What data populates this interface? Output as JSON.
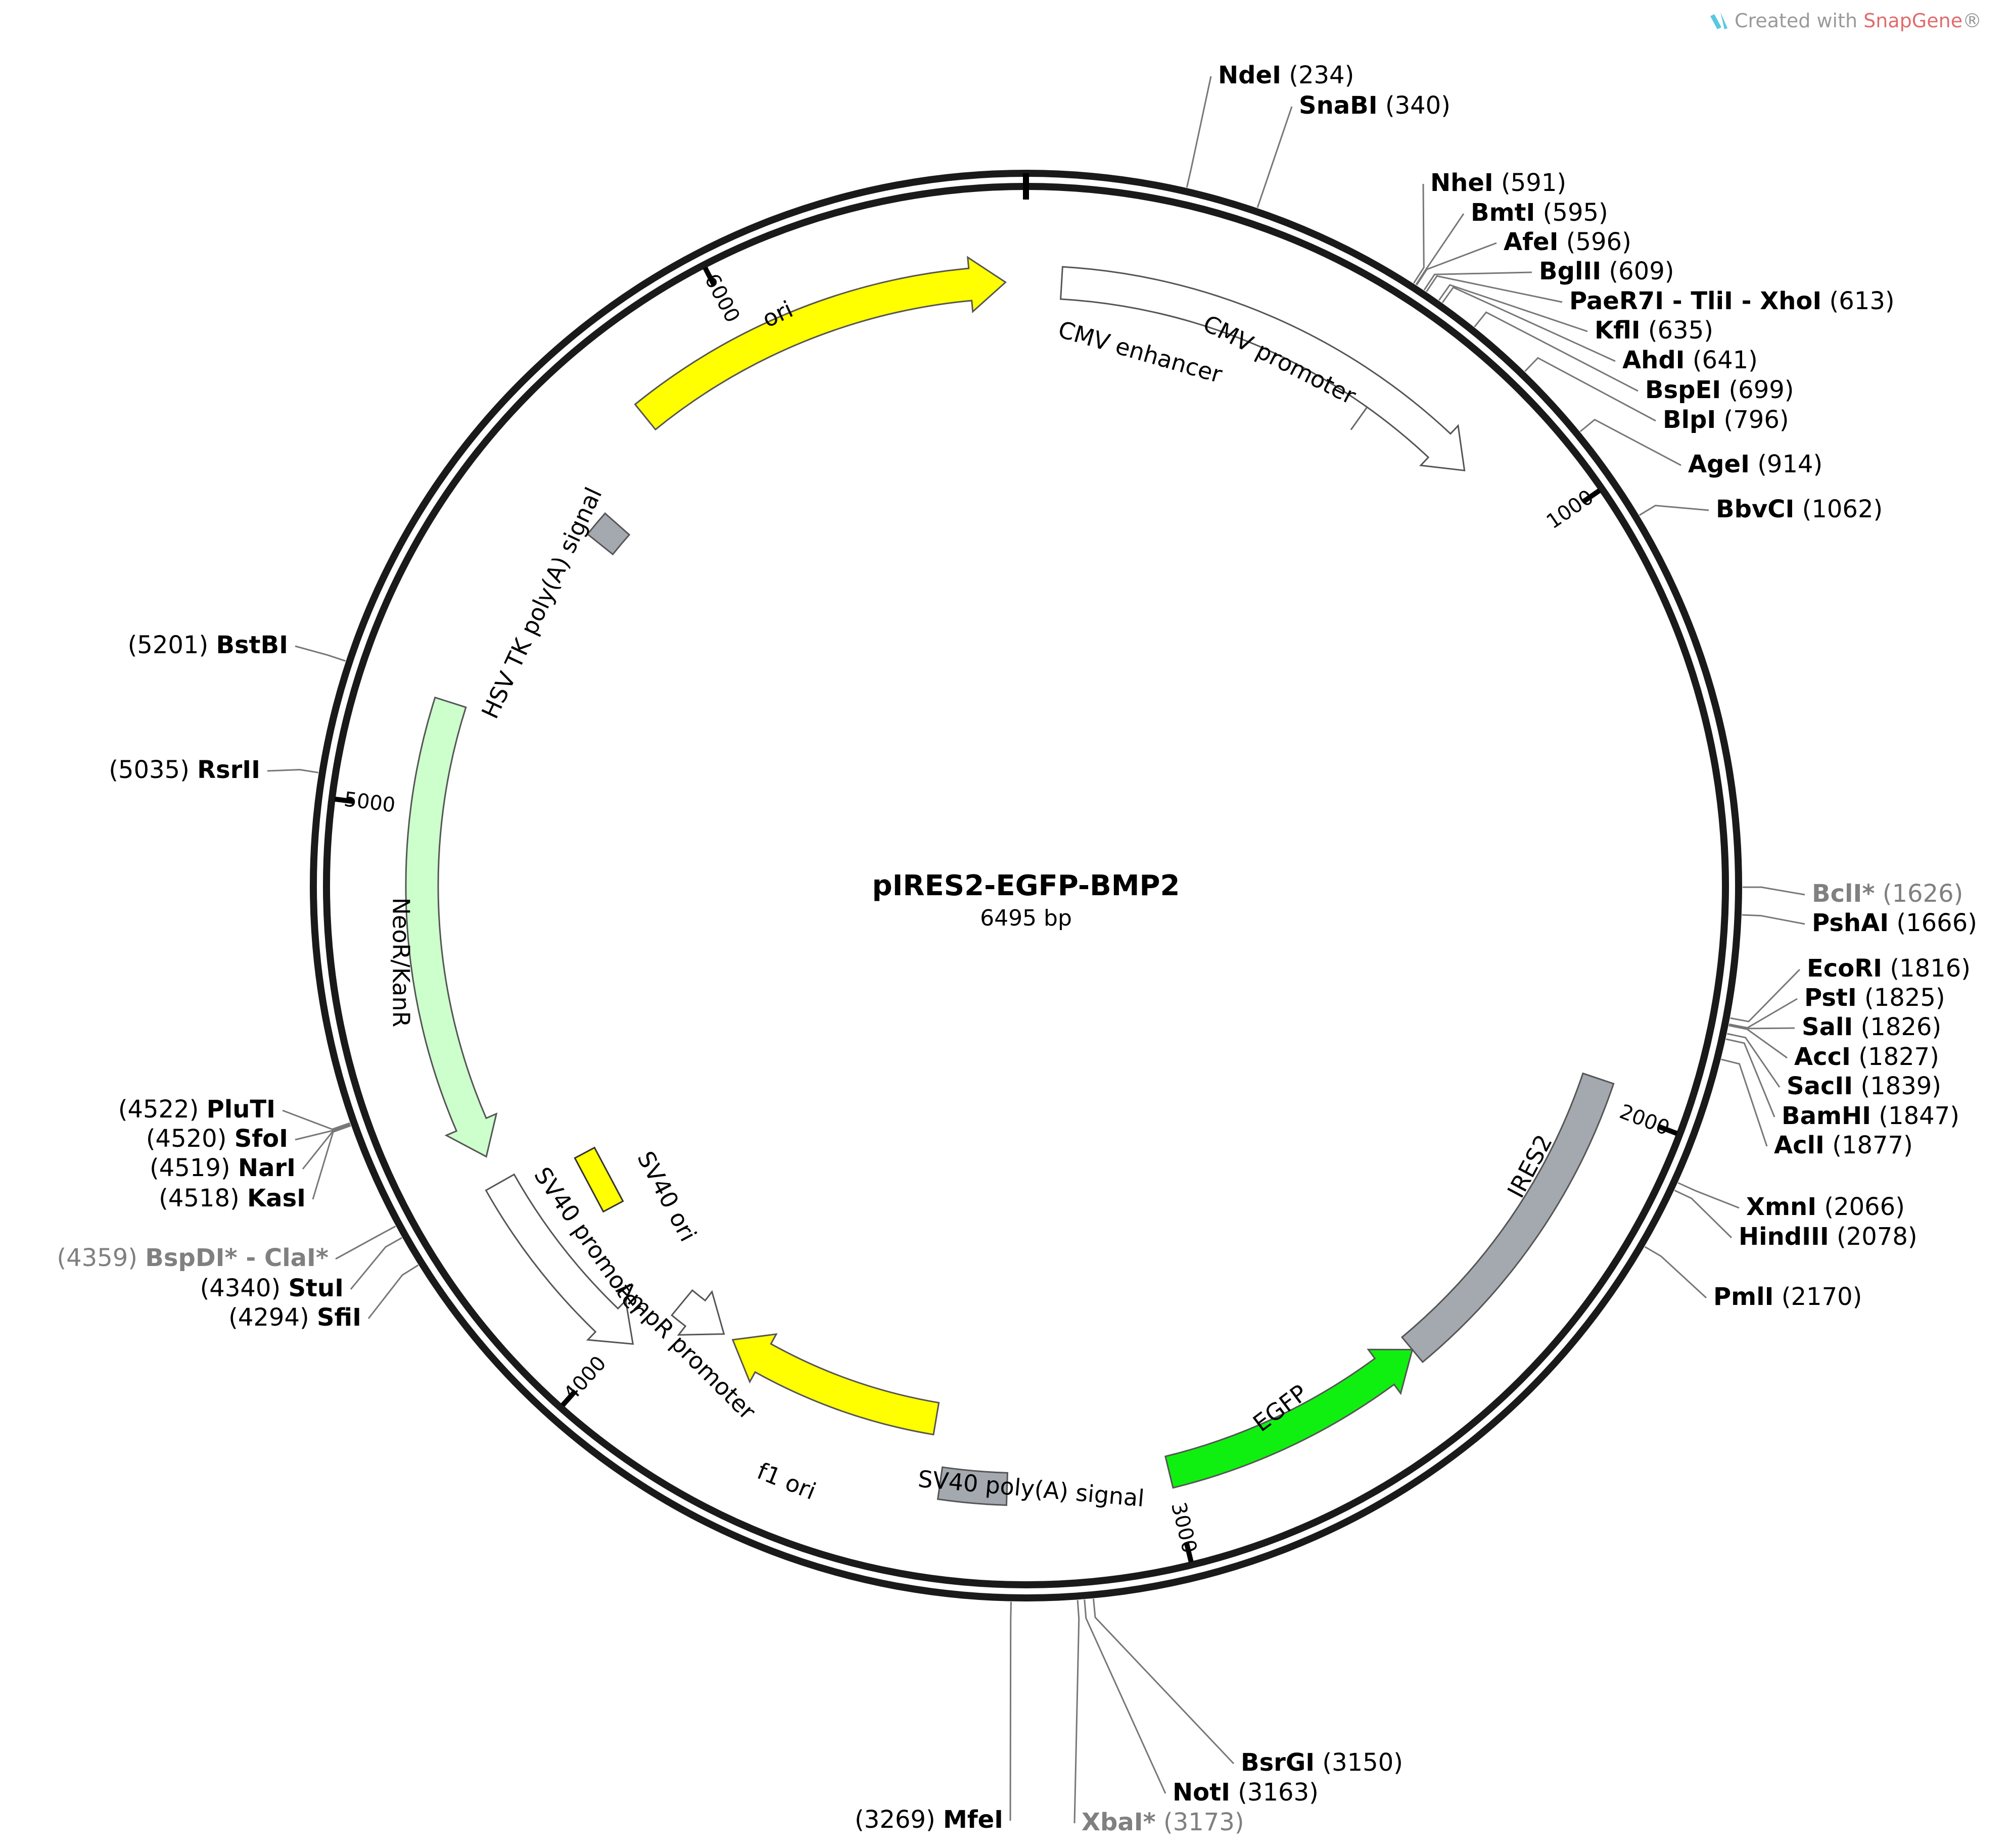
{
  "badge": {
    "prefix": "Created with ",
    "brand": "SnapGene",
    "suffix": "®"
  },
  "plasmid": {
    "name": "pIRES2-EGFP-BMP2",
    "size_label": "6495 bp",
    "length": 6495
  },
  "ticks": [
    {
      "pos": 1000,
      "label": "1000"
    },
    {
      "pos": 2000,
      "label": "2000"
    },
    {
      "pos": 3000,
      "label": "3000"
    },
    {
      "pos": 4000,
      "label": "4000"
    },
    {
      "pos": 5000,
      "label": "5000"
    },
    {
      "pos": 6000,
      "label": "6000"
    }
  ],
  "features": [
    {
      "id": "cmv-enhancer",
      "label": "CMV enhancer",
      "start": 61,
      "end": 640,
      "color": "#ffffff",
      "arrow": "none"
    },
    {
      "id": "cmv-promoter",
      "label": "CMV promoter",
      "start": 61,
      "end": 840,
      "color": "#ffffff",
      "arrow": "cw"
    },
    {
      "id": "ires2",
      "label": "IRES2",
      "start": 1960,
      "end": 2530,
      "color": "#a4a9b0",
      "arrow": "none"
    },
    {
      "id": "egfp",
      "label": "EGFP",
      "start": 2530,
      "end": 3000,
      "color": "#10f010",
      "arrow": "ccw"
    },
    {
      "id": "sv40-polya",
      "label": "SV40 poly(A) signal",
      "start": 3280,
      "end": 3395,
      "color": "#a4a9b0",
      "arrow": "none"
    },
    {
      "id": "f1-ori",
      "label": "f1 ori",
      "start": 3420,
      "end": 3840,
      "color": "#ffff00",
      "arrow": "cw"
    },
    {
      "id": "ampr-promoter",
      "label": "AmpR promoter",
      "start": 3860,
      "end": 3960,
      "color": "#ffffff",
      "arrow": "ccw"
    },
    {
      "id": "sv40-promoter",
      "label": "SV40 promoter",
      "start": 3980,
      "end": 4340,
      "color": "#ffffff",
      "arrow": "ccw"
    },
    {
      "id": "neor",
      "label": "NeoR/KanR",
      "start": 4390,
      "end": 5190,
      "color": "#ccffcc",
      "arrow": "ccw"
    },
    {
      "id": "hsv-tk",
      "label": "HSV TK poly(A) signal",
      "start": 5570,
      "end": 5620,
      "color": "#a4a9b0",
      "arrow": "none"
    },
    {
      "id": "ori",
      "label": "ori",
      "start": 5790,
      "end": 6460,
      "color": "#ffff00",
      "arrow": "cw"
    }
  ],
  "sv40_ori": {
    "label": "SV40 ori",
    "color": "#ffff00"
  },
  "sites": [
    {
      "enzyme": "NdeI",
      "pos": "234",
      "side": "right",
      "p": 234
    },
    {
      "enzyme": "SnaBI",
      "pos": "340",
      "side": "right",
      "p": 340
    },
    {
      "enzyme": "NheI",
      "pos": "591",
      "side": "right",
      "p": 591
    },
    {
      "enzyme": "BmtI",
      "pos": "595",
      "side": "right",
      "p": 595
    },
    {
      "enzyme": "AfeI",
      "pos": "596",
      "side": "right",
      "p": 596
    },
    {
      "enzyme": "BglII",
      "pos": "609",
      "side": "right",
      "p": 609
    },
    {
      "enzyme": "PaeR7I - TliI - XhoI",
      "pos": "613",
      "side": "right",
      "p": 613
    },
    {
      "enzyme": "KflI",
      "pos": "635",
      "side": "right",
      "p": 635
    },
    {
      "enzyme": "AhdI",
      "pos": "641",
      "side": "right",
      "p": 641
    },
    {
      "enzyme": "BspEI",
      "pos": "699",
      "side": "right",
      "p": 699
    },
    {
      "enzyme": "BlpI",
      "pos": "796",
      "side": "right",
      "p": 796
    },
    {
      "enzyme": "AgeI",
      "pos": "914",
      "side": "right",
      "p": 914
    },
    {
      "enzyme": "BbvCI",
      "pos": "1062",
      "side": "right",
      "p": 1062
    },
    {
      "enzyme": "BclI*",
      "pos": "1626",
      "side": "right",
      "p": 1626,
      "gray": true
    },
    {
      "enzyme": "PshAI",
      "pos": "1666",
      "side": "right",
      "p": 1666
    },
    {
      "enzyme": "EcoRI",
      "pos": "1816",
      "side": "right",
      "p": 1816
    },
    {
      "enzyme": "PstI",
      "pos": "1825",
      "side": "right",
      "p": 1825
    },
    {
      "enzyme": "SalI",
      "pos": "1826",
      "side": "right",
      "p": 1826
    },
    {
      "enzyme": "AccI",
      "pos": "1827",
      "side": "right",
      "p": 1827
    },
    {
      "enzyme": "SacII",
      "pos": "1839",
      "side": "right",
      "p": 1839
    },
    {
      "enzyme": "BamHI",
      "pos": "1847",
      "side": "right",
      "p": 1847
    },
    {
      "enzyme": "AclI",
      "pos": "1877",
      "side": "right",
      "p": 1877
    },
    {
      "enzyme": "XmnI",
      "pos": "2066",
      "side": "right",
      "p": 2066
    },
    {
      "enzyme": "HindIII",
      "pos": "2078",
      "side": "right",
      "p": 2078
    },
    {
      "enzyme": "PmlI",
      "pos": "2170",
      "side": "right",
      "p": 2170
    },
    {
      "enzyme": "BsrGI",
      "pos": "3150",
      "side": "right",
      "p": 3150
    },
    {
      "enzyme": "NotI",
      "pos": "3163",
      "side": "right",
      "p": 3163
    },
    {
      "enzyme": "XbaI*",
      "pos": "3173",
      "side": "right",
      "p": 3173,
      "gray": true
    },
    {
      "enzyme": "MfeI",
      "pos": "3269",
      "side": "left",
      "p": 3269
    },
    {
      "enzyme": "SfiI",
      "pos": "4294",
      "side": "left",
      "p": 4294
    },
    {
      "enzyme": "StuI",
      "pos": "4340",
      "side": "left",
      "p": 4340
    },
    {
      "enzyme": "BspDI* - ClaI*",
      "pos": "4359",
      "side": "left",
      "p": 4359,
      "gray": true
    },
    {
      "enzyme": "KasI",
      "pos": "4518",
      "side": "left",
      "p": 4518
    },
    {
      "enzyme": "NarI",
      "pos": "4519",
      "side": "left",
      "p": 4519
    },
    {
      "enzyme": "SfoI",
      "pos": "4520",
      "side": "left",
      "p": 4520
    },
    {
      "enzyme": "PluTI",
      "pos": "4522",
      "side": "left",
      "p": 4522
    },
    {
      "enzyme": "RsrII",
      "pos": "5035",
      "side": "left",
      "p": 5035
    },
    {
      "enzyme": "BstBI",
      "pos": "5201",
      "side": "left",
      "p": 5201
    }
  ]
}
